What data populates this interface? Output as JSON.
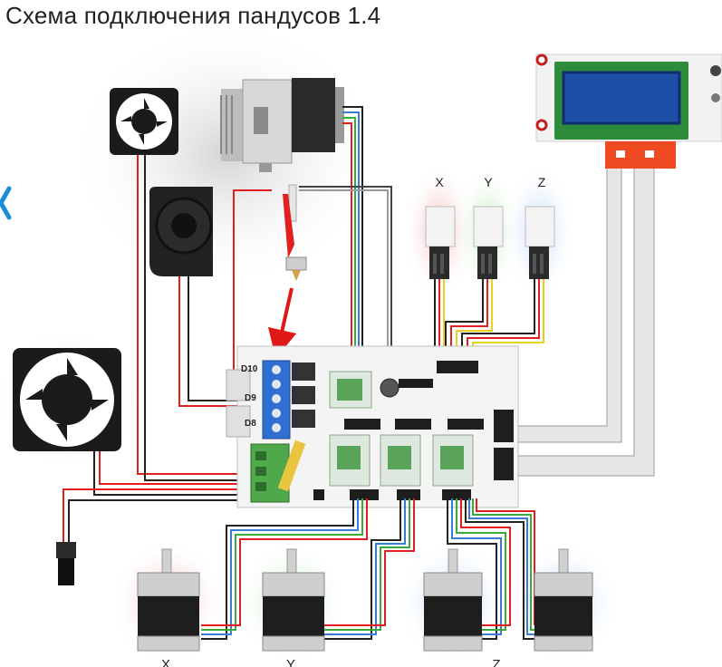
{
  "title": "Схема подключения пандусов 1.4",
  "endstop_labels": [
    "X",
    "Y",
    "Z"
  ],
  "mosfet_labels": [
    "D10",
    "D9",
    "D8"
  ],
  "motor_labels": [
    "X",
    "Y",
    "Z"
  ],
  "nav": {
    "icon": "chevron-left-icon"
  },
  "colors": {
    "accent": "#1a8fd8",
    "wire_red": "#e02020",
    "wire_black": "#222222",
    "terminal_blue": "#2f6fd0",
    "terminal_green": "#4fa84a",
    "lcd_screen": "#1d4fa8",
    "lcd_pcb": "#2e8b3a",
    "adapter_orange": "#f04a23",
    "glow_red": "#f7c9c9",
    "glow_green": "#cdeecb",
    "glow_blue": "#cfe2fa",
    "glow_gray": "#d9d9d9"
  }
}
